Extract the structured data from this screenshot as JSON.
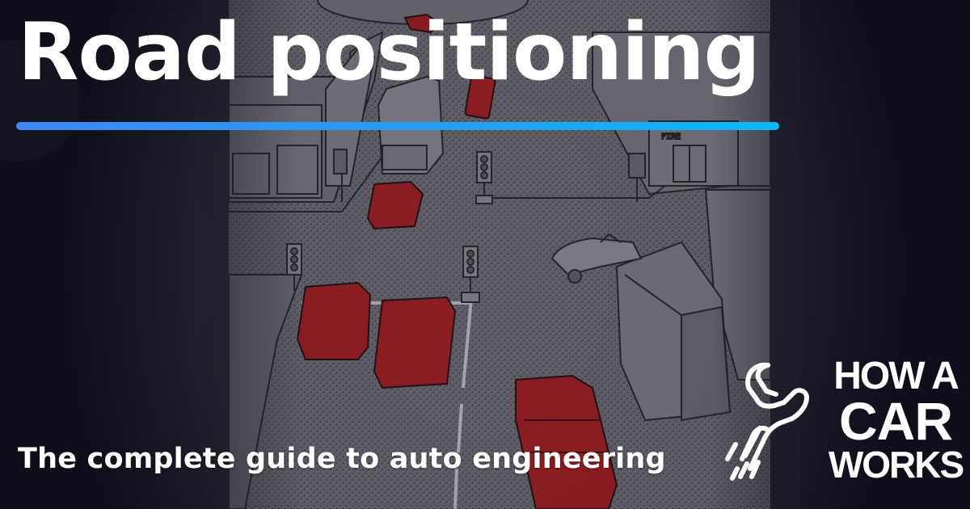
{
  "card": {
    "title": "Road positioning",
    "tagline": "The complete guide to auto engineering",
    "accent_colors": {
      "bar_start": "#3e87f0",
      "bar_end": "#0ab8f8",
      "background_dark": "#0f0f1c",
      "background_mid": "#4c4c56",
      "car_red": "#a8191b"
    }
  },
  "logo": {
    "icon": "wrench-speed-icon",
    "line1": "HOW A",
    "line2": "CAR",
    "line3": "WORKS"
  },
  "illustration": {
    "description": "Road junction scene with traffic lights and vehicles",
    "elements": [
      "red-car",
      "red-car",
      "red-car",
      "red-car",
      "red-car",
      "white-bus",
      "white-convertible",
      "white-van",
      "traffic-light",
      "traffic-light",
      "traffic-light",
      "traffic-light",
      "buildings"
    ]
  }
}
